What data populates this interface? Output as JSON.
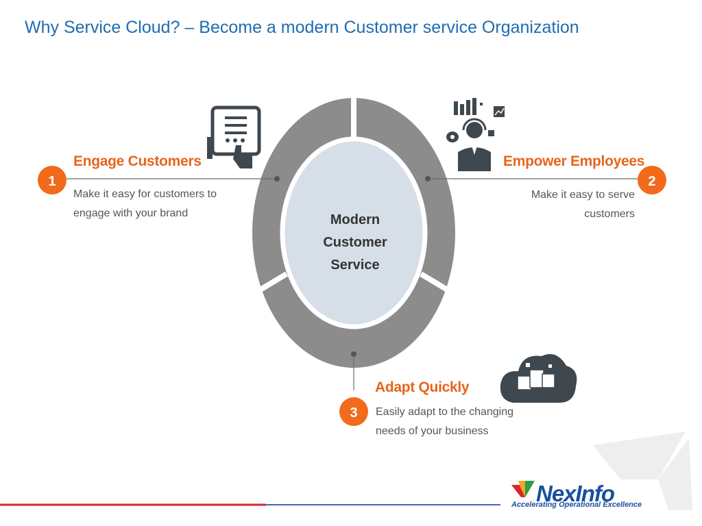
{
  "slide": {
    "title": "Why Service Cloud? – Become a modern Customer service Organization"
  },
  "center": {
    "line1": "Modern",
    "line2": "Customer",
    "line3": "Service"
  },
  "items": [
    {
      "number": "1",
      "heading": "Engage Customers",
      "desc_line1": "Make it easy for customers to",
      "desc_line2": "engage with your brand",
      "icon": "tablet-touch-icon"
    },
    {
      "number": "2",
      "heading": "Empower Employees",
      "desc_line1": "Make it easy to serve",
      "desc_line2": "customers",
      "icon": "support-agent-icon"
    },
    {
      "number": "3",
      "heading": "Adapt Quickly",
      "desc_line1": "Easily adapt to the changing",
      "desc_line2": "needs of your business",
      "icon": "cloud-boxes-icon"
    }
  ],
  "branding": {
    "logo_text": "NexInfo",
    "tagline": "Accelerating Operational Excellence"
  },
  "colors": {
    "title": "#1f6cb0",
    "accent": "#f26a1b",
    "ring": "#8c8c8c",
    "center_fill": "#d6dfe8",
    "logo": "#1a4fa0",
    "footer_red": "#d7262b",
    "footer_blue": "#3b6bb5"
  }
}
